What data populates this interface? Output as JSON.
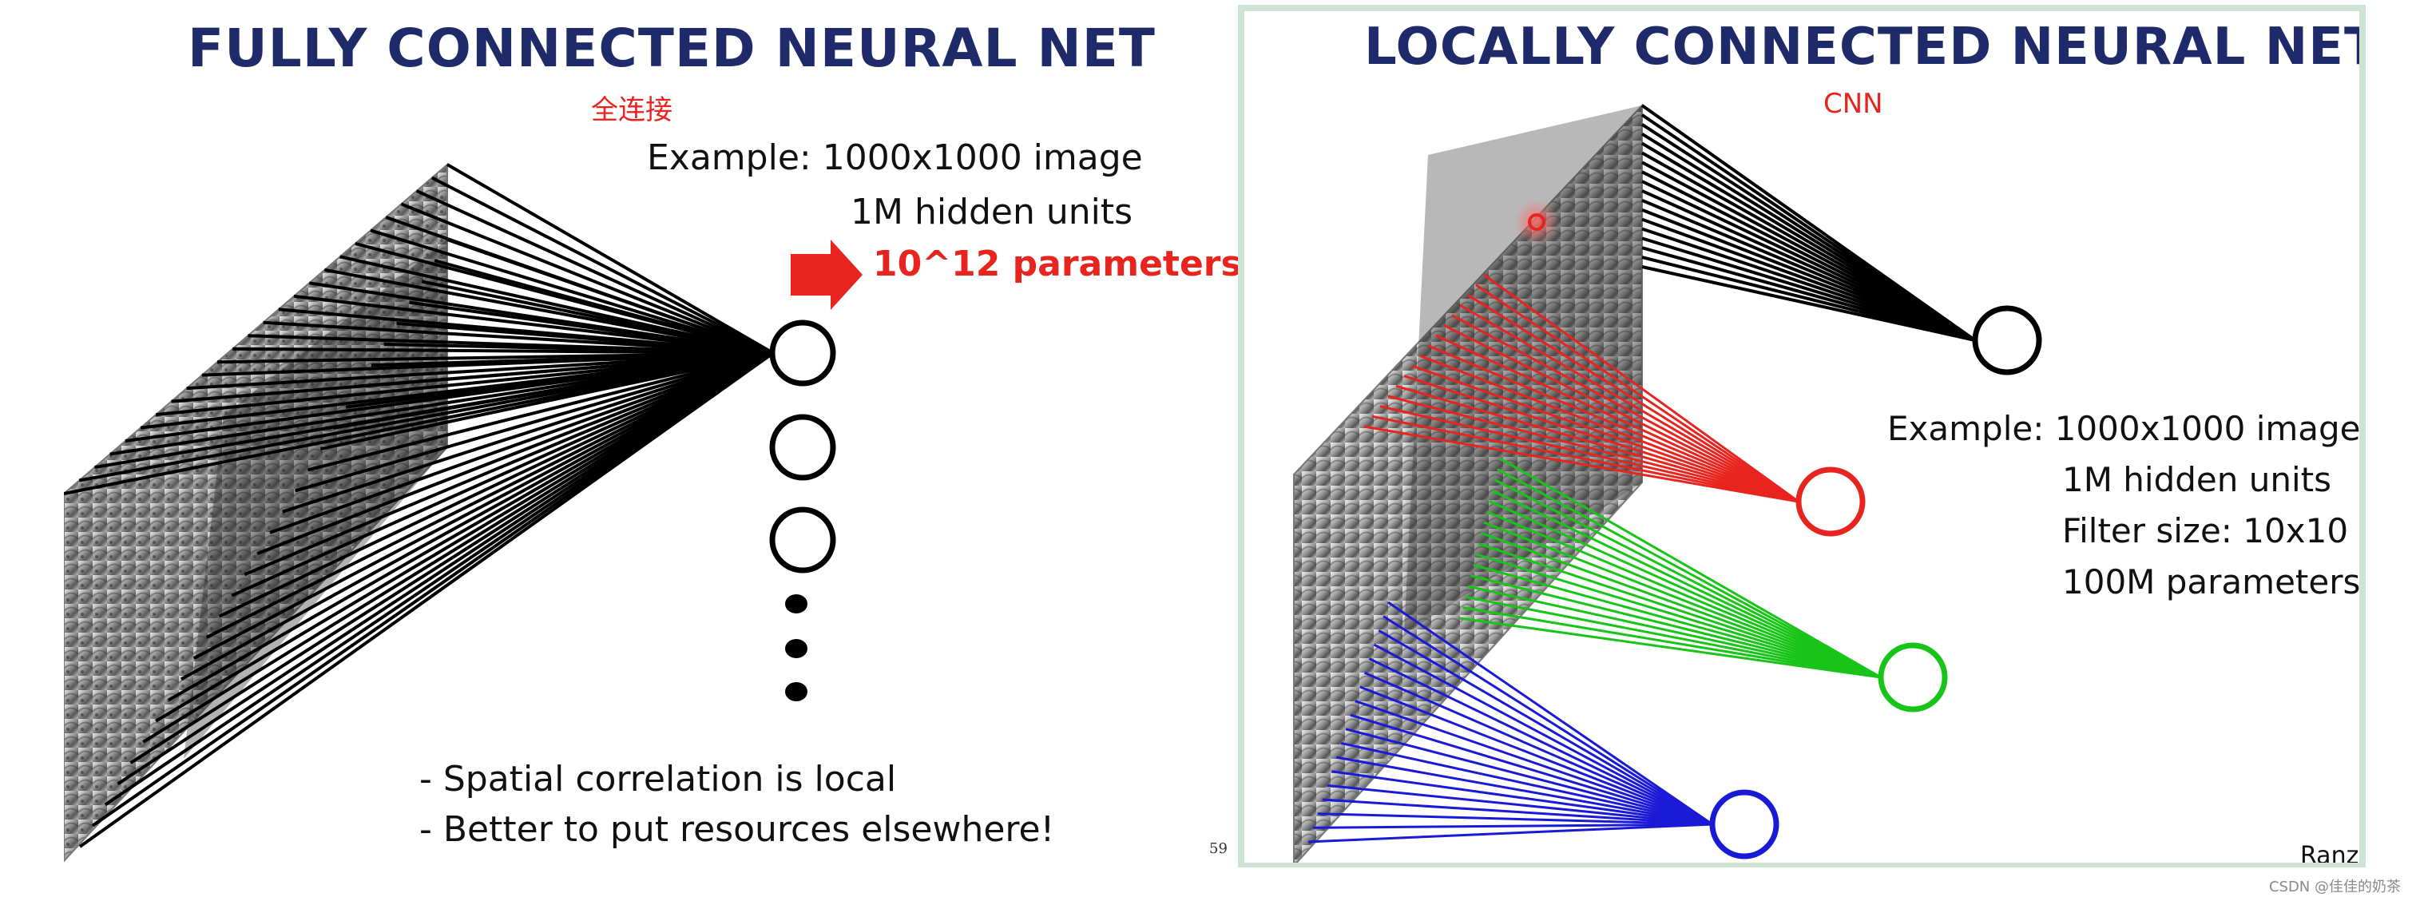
{
  "left": {
    "title": "FULLY CONNECTED NEURAL NET",
    "note": "全连接",
    "example_line1": "Example:  1000x1000 image",
    "example_line2": "1M hidden units",
    "params_text": "10^12 parameters",
    "params_suffix": "!!!",
    "bullet1": "- Spatial correlation is local",
    "bullet2": "- Better to put resources elsewhere!",
    "page_number": "59",
    "colors": {
      "title": "#1f2a6b",
      "arrow": "#e8241f",
      "lines": "#000000"
    }
  },
  "right": {
    "title": "LOCALLY CONNECTED NEURAL NET",
    "note": "CNN",
    "example_line1": "Example: 1000x1000 image",
    "example_line2": "1M hidden units",
    "example_line3": "Filter size: 10x10",
    "example_line4": "100M parameters",
    "author": "Ranzo",
    "colors": {
      "black": "#000000",
      "red": "#e8241f",
      "green": "#19c419",
      "blue": "#1a1ad6"
    }
  },
  "watermark": "CSDN @佳佳的奶茶"
}
